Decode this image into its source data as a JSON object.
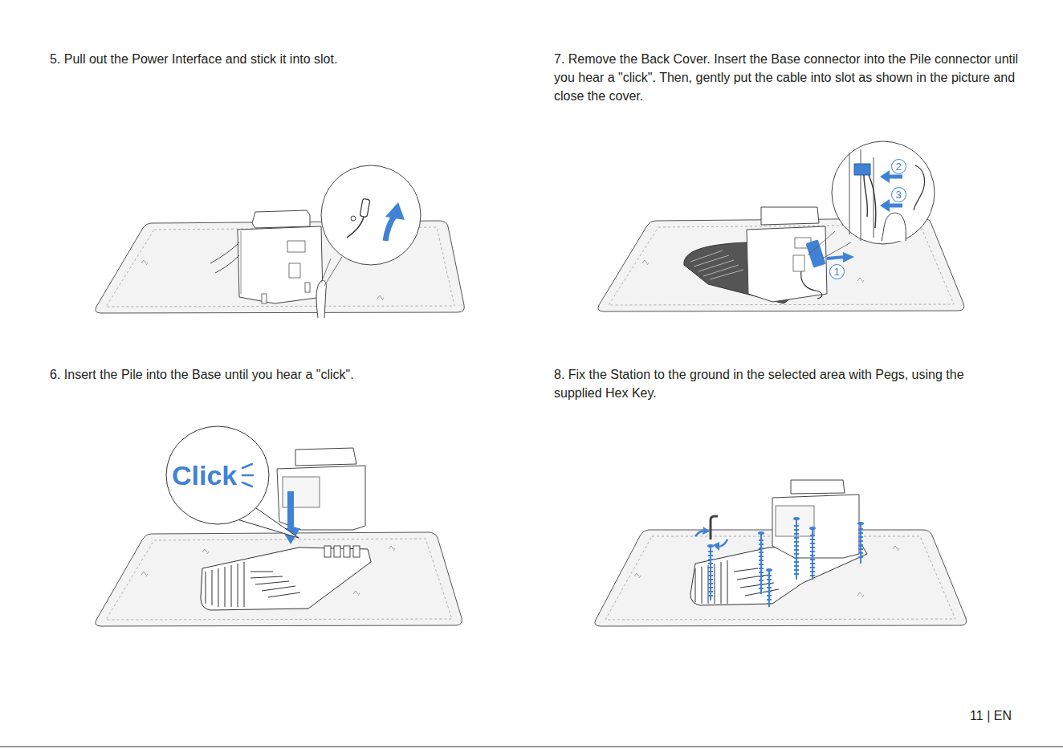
{
  "diagram": {
    "nodes": [
      {
        "text": [
          "Click"
        ]
      },
      {
        "text": [
          "1"
        ]
      },
      {
        "text": [
          "2"
        ]
      },
      {
        "text": [
          "3"
        ]
      }
    ],
    "labels": [
      "5. Pull out the Power Interface and stick it into slot.",
      "6. Insert the Pile into the Base until you hear a \"click\".",
      "7. Remove the Back Cover. Insert the Base connector into the Pile connector until you hear a \"click\". Then, gently put the cable into slot as shown in the picture and close the cover.",
      "8. Fix the Station to the ground in the selected area with Pegs, using the supplied Hex Key.",
      "11 | EN"
    ]
  }
}
